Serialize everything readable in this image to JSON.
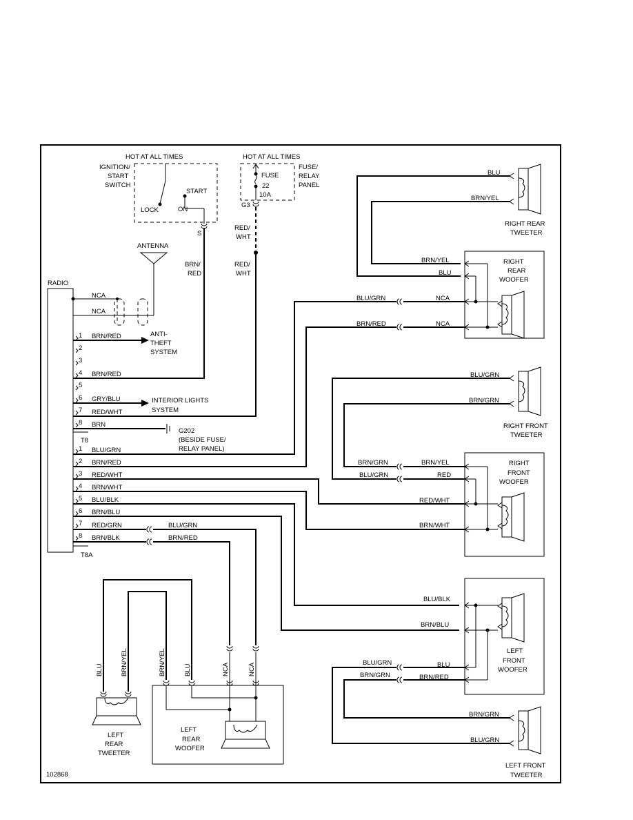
{
  "figure_id": "102868",
  "power": {
    "hot1": "HOT AT ALL TIMES",
    "hot2": "HOT AT ALL TIMES",
    "ign": [
      "IGNITION/",
      "START",
      "SWITCH"
    ],
    "lock": "LOCK",
    "on": "ON",
    "start": "START",
    "s": "S",
    "fuse": "FUSE",
    "fuse_num": "22",
    "fuse_amp": "10A",
    "g3": "G3",
    "panel": [
      "FUSE/",
      "RELAY",
      "PANEL"
    ],
    "red_wht": [
      "RED/",
      "WHT",
      "RED/",
      "WHT"
    ],
    "brn_red": [
      "BRN/",
      "RED"
    ]
  },
  "antenna": "ANTENNA",
  "radio": {
    "title": "RADIO",
    "nca1": "NCA",
    "nca2": "NCA",
    "t8": "T8",
    "t8a": "T8A",
    "t8_wires": [
      {
        "pin": "1",
        "color": "BRN/RED"
      },
      {
        "pin": "2",
        "color": ""
      },
      {
        "pin": "3",
        "color": ""
      },
      {
        "pin": "4",
        "color": "BRN/RED"
      },
      {
        "pin": "5",
        "color": ""
      },
      {
        "pin": "6",
        "color": "GRY/BLU"
      },
      {
        "pin": "7",
        "color": "RED/WHT"
      },
      {
        "pin": "8",
        "color": "BRN"
      }
    ],
    "t8a_wires": [
      {
        "pin": "1",
        "color": "BLU/GRN"
      },
      {
        "pin": "2",
        "color": "BRN/RED"
      },
      {
        "pin": "3",
        "color": "RED/WHT"
      },
      {
        "pin": "4",
        "color": "BRN/WHT"
      },
      {
        "pin": "5",
        "color": "BLU/BLK"
      },
      {
        "pin": "6",
        "color": "BRN/BLU"
      },
      {
        "pin": "7",
        "color": "RED/GRN"
      },
      {
        "pin": "8",
        "color": "BRN/BLK"
      }
    ],
    "rear_wires": [
      "BLU/GRN",
      "BRN/RED"
    ]
  },
  "destinations": {
    "anti_theft": [
      "ANTI-",
      "THEFT",
      "SYSTEM"
    ],
    "interior": [
      "INTERIOR LIGHTS",
      "SYSTEM"
    ],
    "ground": [
      "G202",
      "(BESIDE FUSE/",
      "RELAY PANEL)"
    ]
  },
  "rr_tweeter": {
    "blu": "BLU",
    "brnyel": "BRN/YEL",
    "label": [
      "RIGHT REAR",
      "TWEETER"
    ]
  },
  "rr_woofer": {
    "label": [
      "RIGHT",
      "REAR",
      "WOOFER"
    ],
    "in_brnyel": "BRN/YEL",
    "in_blu": "BLU",
    "radio_blugrn": "BLU/GRN",
    "nca1": "NCA",
    "radio_brnred": "BRN/RED",
    "nca2": "NCA"
  },
  "rf_tweeter": {
    "blugrn": "BLU/GRN",
    "brngrn": "BRN/GRN",
    "label": [
      "RIGHT FRONT",
      "TWEETER"
    ]
  },
  "rf_woofer": {
    "label": [
      "RIGHT",
      "FRONT",
      "WOOFER"
    ],
    "l_brngrn": "BRN/GRN",
    "r_brnyel": "BRN/YEL",
    "l_blugrn": "BLU/GRN",
    "r_red": "RED",
    "redwht": "RED/WHT",
    "brnwht": "BRN/WHT"
  },
  "lf_woofer": {
    "label": [
      "LEFT",
      "FRONT",
      "WOOFER"
    ],
    "blublk": "BLU/BLK",
    "brnblu": "BRN/BLU",
    "l_blugrn": "BLU/GRN",
    "r_blu": "BLU",
    "l_brngrn": "BRN/GRN",
    "r_brnred": "BRN/RED"
  },
  "lf_tweeter": {
    "brngrn": "BRN/GRN",
    "blugrn": "BLU/GRN",
    "label": [
      "LEFT FRONT",
      "TWEETER"
    ]
  },
  "lr_tweeter": {
    "blu": "BLU",
    "brnyel": "BRN/YEL",
    "label": [
      "LEFT",
      "REAR",
      "TWEETER"
    ]
  },
  "lr_woofer": {
    "brnyel": "BRN/YEL",
    "blu": "BLU",
    "nca1": "NCA",
    "nca2": "NCA",
    "label": [
      "LEFT",
      "REAR",
      "WOOFER"
    ]
  }
}
